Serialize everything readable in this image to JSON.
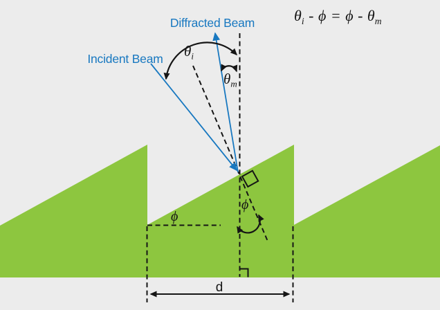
{
  "colors": {
    "background": "#ececec",
    "green": "#8dc63f",
    "blue": "#1878c0",
    "ink": "#151515"
  },
  "beams": {
    "diffracted_label": "Diffracted Beam",
    "incident_label": "Incident Beam"
  },
  "angles": {
    "theta_i": {
      "base": "θ",
      "sub": "i"
    },
    "theta_m": {
      "base": "θ",
      "sub": "m"
    },
    "phi_normal": "ϕ",
    "phi_blaze": "ϕ"
  },
  "dimension": {
    "d_label": "d"
  },
  "equation": {
    "theta1": "θ",
    "sub_i": "i",
    "minus1": " - ",
    "phi1": "ϕ",
    "equals": " = ",
    "phi2": "ϕ",
    "minus2": " - ",
    "theta2": "θ",
    "sub_m": "m"
  }
}
